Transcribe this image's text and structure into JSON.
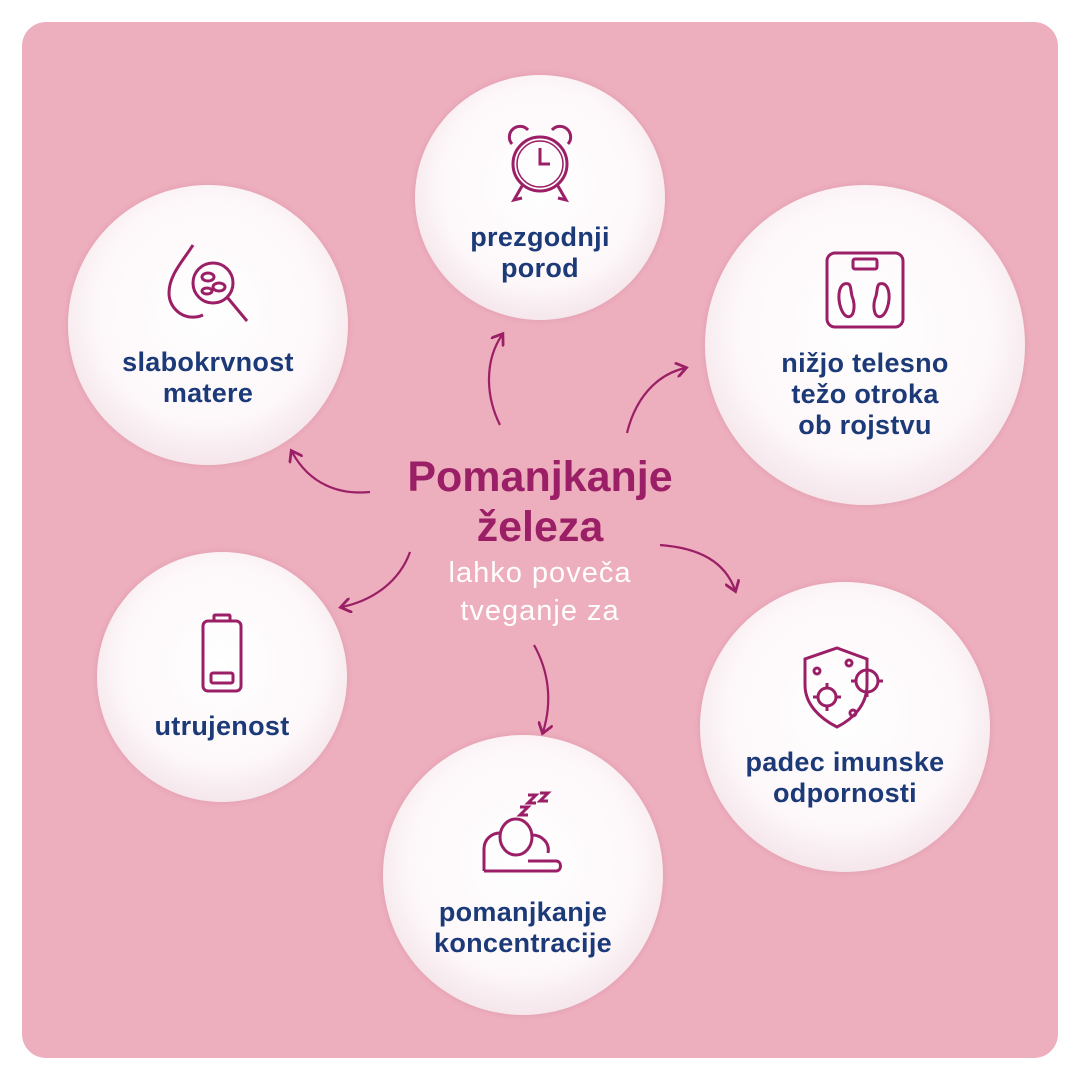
{
  "center": {
    "title_line1": "Pomanjkanje",
    "title_line2": "železa",
    "subtitle_line1": "lahko poveča",
    "subtitle_line2": "tveganje za"
  },
  "risks": [
    {
      "label": "prezgodnji\nporod",
      "icon": "alarm-clock-icon"
    },
    {
      "label": "slabokrvnost\nmatere",
      "icon": "blood-cells-magnifier-icon"
    },
    {
      "label": "nižjo telesno\ntežo otroka\nob rojstvu",
      "icon": "scale-feet-icon"
    },
    {
      "label": "utrujenost",
      "icon": "low-battery-icon"
    },
    {
      "label": "padec imunske\nodpornosti",
      "icon": "shield-virus-icon"
    },
    {
      "label": "pomanjkanje\nkoncentracije",
      "icon": "sleeping-head-icon"
    }
  ],
  "colors": {
    "background": "#edaebd",
    "accent": "#9b1f66",
    "text": "#1c3a78"
  }
}
